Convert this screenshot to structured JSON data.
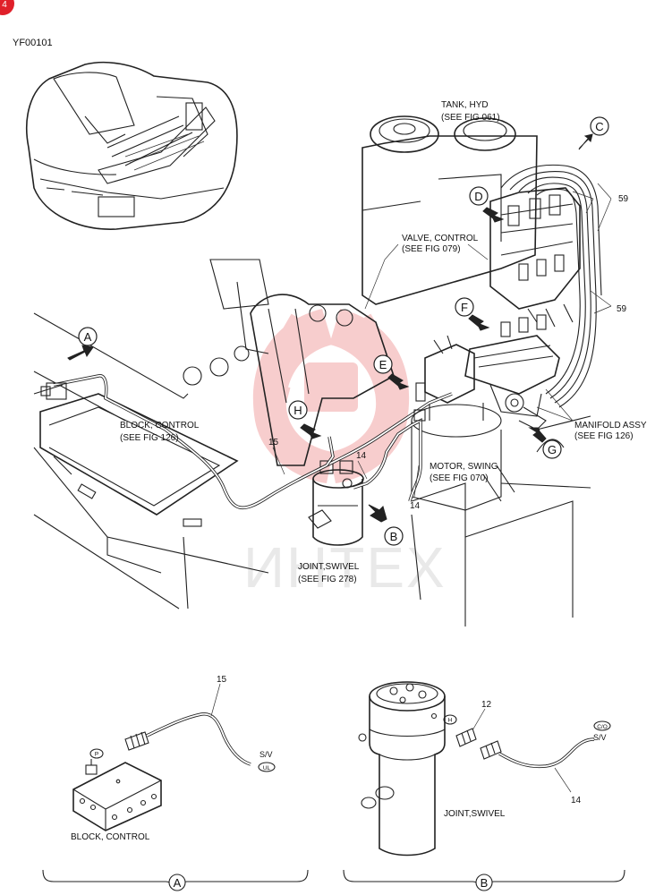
{
  "figure_id": "YF00101",
  "page_badge": "4",
  "watermark_text": "ИНТЕХ",
  "labels": {
    "tank": [
      "TANK, HYD",
      "(SEE FIG 061)"
    ],
    "valve": [
      "VALVE, CONTROL",
      "(SEE FIG 079)"
    ],
    "block": [
      "BLOCK, CONTROL",
      "(SEE FIG 126)"
    ],
    "motor": [
      "MOTOR, SWING",
      "(SEE FIG 070)"
    ],
    "manifold": [
      "MANIFOLD ASSY",
      "(SEE FIG 126)"
    ],
    "joint": [
      "JOINT,SWIVEL",
      "(SEE FIG 278)"
    ]
  },
  "callouts": [
    "A",
    "B",
    "C",
    "D",
    "E",
    "F",
    "G",
    "H"
  ],
  "part_numbers": {
    "p59a": "59",
    "p59b": "59",
    "p15": "15",
    "p14a": "14",
    "p14b": "14"
  },
  "detail_a": {
    "part": "15",
    "tag": "P",
    "sv": "S/V",
    "ul": "UL",
    "title": "BLOCK, CONTROL",
    "bracket": "A"
  },
  "detail_b": {
    "part12": "12",
    "part14": "14",
    "tag": "H",
    "co": "C/O",
    "sv": "S/V",
    "title": "JOINT,SWIVEL",
    "bracket": "B"
  }
}
